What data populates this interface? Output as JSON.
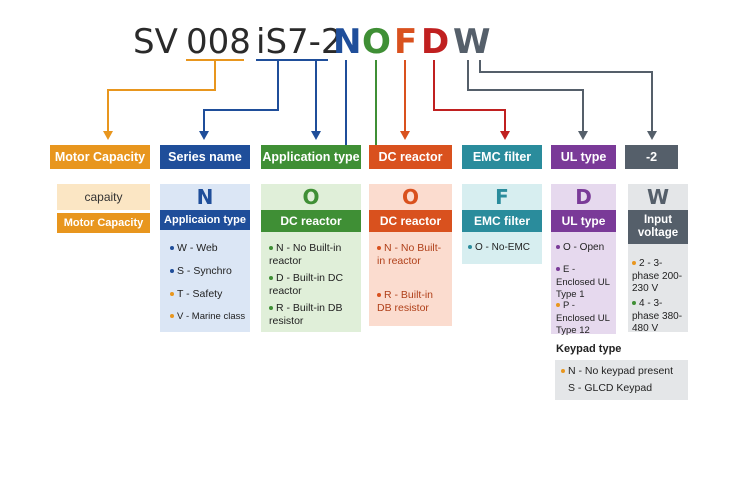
{
  "model_code": {
    "prefix": "SV",
    "capacity": "008",
    "series": "iS7-2",
    "app": "N",
    "dc": "O",
    "emc": "F",
    "ul": "D",
    "voltage": "W"
  },
  "colors": {
    "capacity": "#e8961e",
    "series": "#1f4e9a",
    "application": "#3f8f35",
    "dc": "#d9511e",
    "emc": "#2a8c9c",
    "ul": "#7a3a98",
    "voltage": "#555f6a"
  },
  "headers": {
    "capacity": "Motor Capacity",
    "series": "Series name",
    "application": "Application type",
    "dc": "DC reactor",
    "emc": "EMC filter",
    "ul": "UL type",
    "voltage": "-2"
  },
  "capacity_col": {
    "top": "capaity",
    "label": "Motor Capacity"
  },
  "series_col": {
    "letter": "N",
    "label": "Applicaion type",
    "items": [
      "W - Web",
      "S - Synchro",
      "T - Safety",
      "V - Marine class"
    ]
  },
  "application_col": {
    "letter": "O",
    "label": "DC reactor",
    "items": [
      "N - No Built-in reactor",
      "D - Built-in DC reactor",
      "R - Built-in DB resistor"
    ]
  },
  "dc_col": {
    "letter": "O",
    "label": "DC reactor",
    "items": [
      "N - No Built-in reactor",
      "R - Built-in DB resistor"
    ]
  },
  "emc_col": {
    "letter": "F",
    "label": "EMC filter",
    "items": [
      "O - No-EMC"
    ]
  },
  "ul_col": {
    "letter": "D",
    "label": "UL type",
    "items": [
      "O - Open",
      "E - Enclosed UL Type 1",
      "P - Enclosed UL Type 12"
    ]
  },
  "voltage_col": {
    "letter": "W",
    "label": "Input voltage",
    "items": [
      "2 - 3-phase 200-230 V",
      "4 - 3-phase 380-480 V"
    ]
  },
  "keypad": {
    "title": "Keypad type",
    "items": [
      "N - No keypad present",
      "S - GLCD Keypad"
    ]
  }
}
